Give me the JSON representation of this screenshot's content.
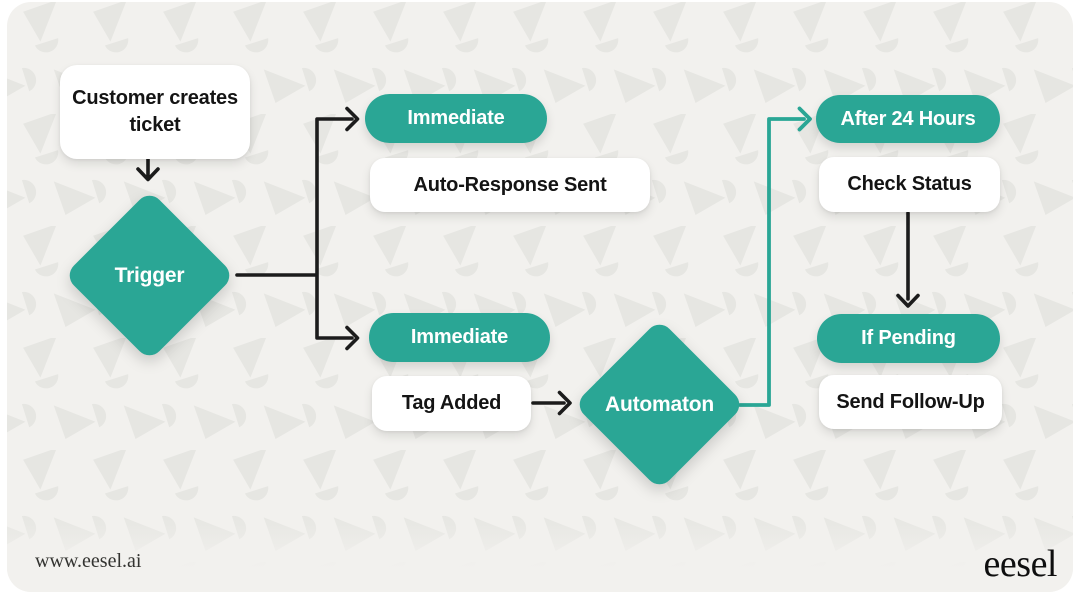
{
  "meta": {
    "description": "eesel support-ticket automation flowchart",
    "brand": "eesel"
  },
  "colors": {
    "teal_accent": "#2aa695",
    "card_background": "#f2f1ee",
    "pattern_shape": "#e6e6e2",
    "connector_black": "#1c1c1c",
    "box_text": "#141414"
  },
  "icons": {
    "pattern_motif": "eesel-logo-mark"
  },
  "nodes": {
    "start": {
      "type": "process",
      "label": "Customer creates ticket"
    },
    "trigger": {
      "type": "decision",
      "label": "Trigger"
    },
    "immediate_top": {
      "type": "timing",
      "label": "Immediate"
    },
    "auto_response": {
      "type": "action",
      "label": "Auto-Response Sent"
    },
    "immediate_bottom": {
      "type": "timing",
      "label": "Immediate"
    },
    "tag_added": {
      "type": "action",
      "label": "Tag Added"
    },
    "automaton": {
      "type": "decision",
      "label": "Automaton"
    },
    "after_24_hours": {
      "type": "timing",
      "label": "After 24 Hours"
    },
    "check_status": {
      "type": "action",
      "label": "Check Status"
    },
    "if_pending": {
      "type": "timing",
      "label": "If Pending"
    },
    "send_follow_up": {
      "type": "action",
      "label": "Send Follow-Up"
    }
  },
  "edges": [
    {
      "from": "start",
      "to": "trigger",
      "color": "black"
    },
    {
      "from": "trigger",
      "to": "immediate_top",
      "color": "black"
    },
    {
      "from": "trigger",
      "to": "immediate_bottom",
      "color": "black"
    },
    {
      "from": "tag_added",
      "to": "automaton",
      "color": "black"
    },
    {
      "from": "automaton",
      "to": "after_24_hours",
      "color": "teal"
    },
    {
      "from": "check_status",
      "to": "if_pending",
      "color": "black"
    }
  ],
  "footer": {
    "website_url_text": "www.eesel.ai",
    "logo_text": "eesel"
  }
}
